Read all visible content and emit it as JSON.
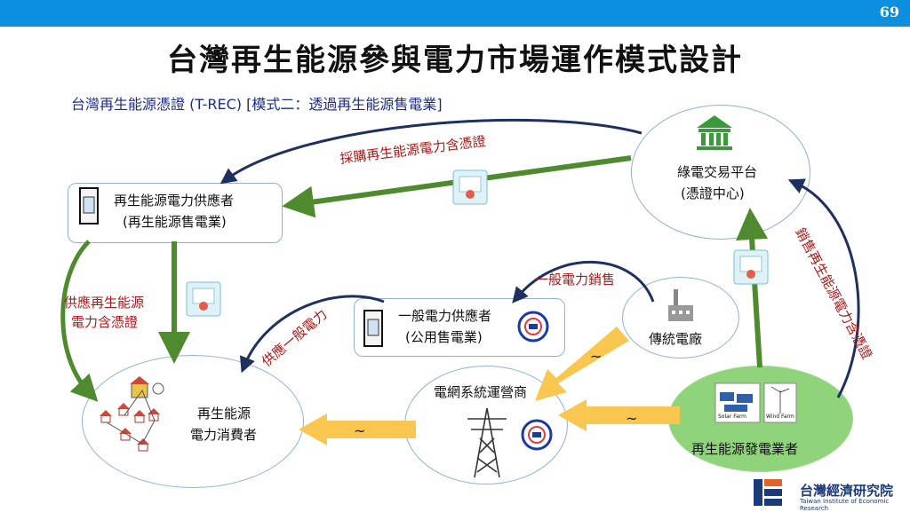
{
  "page_number": "69",
  "title": "台灣再生能源參與電力市場運作模式設計",
  "subtitle": "台灣再生能源憑證 (T-REC)  [模式二：透過再生能源售電業]",
  "nodes": {
    "supplier_line1": "再生能源電力供應者",
    "supplier_line2": "(再生能源售電業)",
    "platform_line1": "綠電交易平台",
    "platform_line2": "(憑證中心)",
    "general_line1": "一般電力供應者",
    "general_line2": "(公用售電業)",
    "plant": "傳統電廠",
    "grid": "電網系統運營商",
    "consumer_line1": "再生能源",
    "consumer_line2": "電力消費者",
    "generator": "再生能源發電業者"
  },
  "flows": {
    "purchase": "採購再生能源電力含憑證",
    "supply_green_1": "供應再生能源",
    "supply_green_2": "電力含憑證",
    "supply_general": "供應一般電力",
    "general_sales": "一般電力銷售",
    "sell_green": "銷售再生能源電力含憑證",
    "ac_symbol": "~"
  },
  "image_labels": {
    "solar": "Solar Farm",
    "wind": "Wind Farm"
  },
  "logo": {
    "name": "台灣經濟研究院",
    "english": "Taiwan Institute of Economic Research"
  },
  "colors": {
    "topbar": "#0d8fe0",
    "green_arrow": "#4f8a2e",
    "navy_arrow": "#1f2f5e",
    "yellow_arrow": "#f9c74f",
    "label_red": "#b01717",
    "generator_fill": "#8fd47a"
  }
}
